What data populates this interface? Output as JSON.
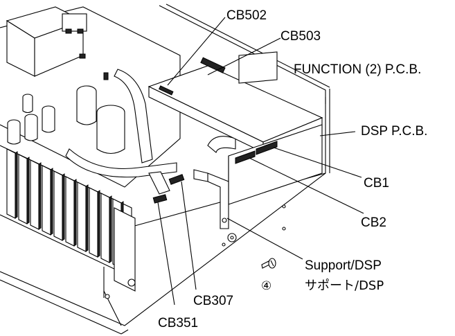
{
  "labels": {
    "cb502": "CB502",
    "cb503": "CB503",
    "function_pcb": "FUNCTION (2) P.C.B.",
    "dsp_pcb": "DSP P.C.B.",
    "cb1": "CB1",
    "cb2": "CB2",
    "support_en": "Support/DSP",
    "support_jp": "サポート/DSP",
    "screw_number": "④",
    "cb307": "CB307",
    "cb351": "CB351"
  }
}
